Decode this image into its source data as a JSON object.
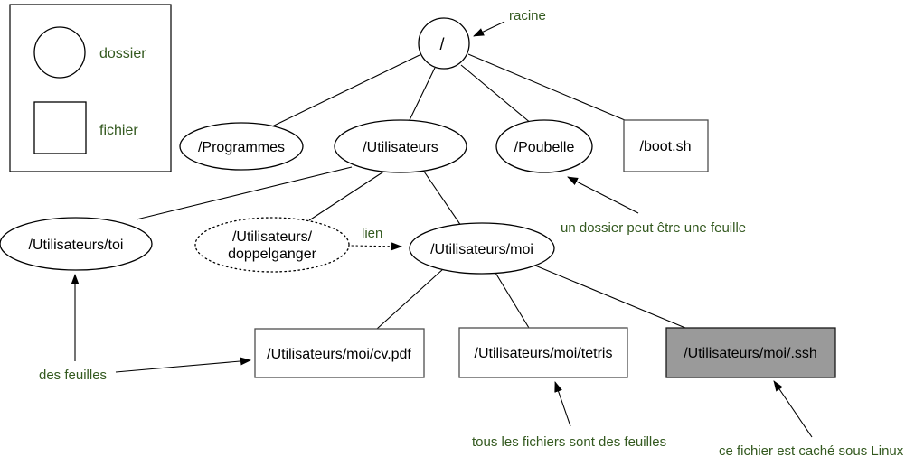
{
  "colors": {
    "annotation": "#33591f",
    "hidden-fill": "#9a9a9a",
    "line": "#000000",
    "background": "#ffffff"
  },
  "legend": {
    "folder_label": "dossier",
    "file_label": "fichier"
  },
  "nodes": {
    "root": {
      "label": "/",
      "type": "folder"
    },
    "programmes": {
      "label": "/Programmes",
      "type": "folder"
    },
    "utilisateurs": {
      "label": "/Utilisateurs",
      "type": "folder"
    },
    "poubelle": {
      "label": "/Poubelle",
      "type": "folder"
    },
    "boot": {
      "label": "/boot.sh",
      "type": "file"
    },
    "toi": {
      "label": "/Utilisateurs/toi",
      "type": "folder"
    },
    "doppelganger": {
      "line1": "/Utilisateurs/",
      "line2": "doppelganger",
      "type": "symlink"
    },
    "moi": {
      "label": "/Utilisateurs/moi",
      "type": "folder"
    },
    "cv": {
      "label": "/Utilisateurs/moi/cv.pdf",
      "type": "file"
    },
    "tetris": {
      "label": "/Utilisateurs/moi/tetris",
      "type": "file"
    },
    "ssh": {
      "label": "/Utilisateurs/moi/.ssh",
      "type": "file",
      "hidden": true
    }
  },
  "edges": [
    {
      "from": "root",
      "to": "programmes",
      "type": "tree"
    },
    {
      "from": "root",
      "to": "utilisateurs",
      "type": "tree"
    },
    {
      "from": "root",
      "to": "poubelle",
      "type": "tree"
    },
    {
      "from": "root",
      "to": "boot",
      "type": "tree"
    },
    {
      "from": "utilisateurs",
      "to": "toi",
      "type": "tree"
    },
    {
      "from": "utilisateurs",
      "to": "doppelganger",
      "type": "tree"
    },
    {
      "from": "utilisateurs",
      "to": "moi",
      "type": "tree"
    },
    {
      "from": "moi",
      "to": "cv",
      "type": "tree"
    },
    {
      "from": "moi",
      "to": "tetris",
      "type": "tree"
    },
    {
      "from": "moi",
      "to": "ssh",
      "type": "tree"
    },
    {
      "from": "doppelganger",
      "to": "moi",
      "type": "symlink-dotted-arrow"
    }
  ],
  "annotations": {
    "racine": "racine",
    "lien": "lien",
    "dossier_feuille": "un dossier peut être une feuille",
    "des_feuilles": "des feuilles",
    "fichiers_feuilles": "tous les fichiers sont des feuilles",
    "fichier_cache": "ce fichier est caché sous Linux"
  }
}
